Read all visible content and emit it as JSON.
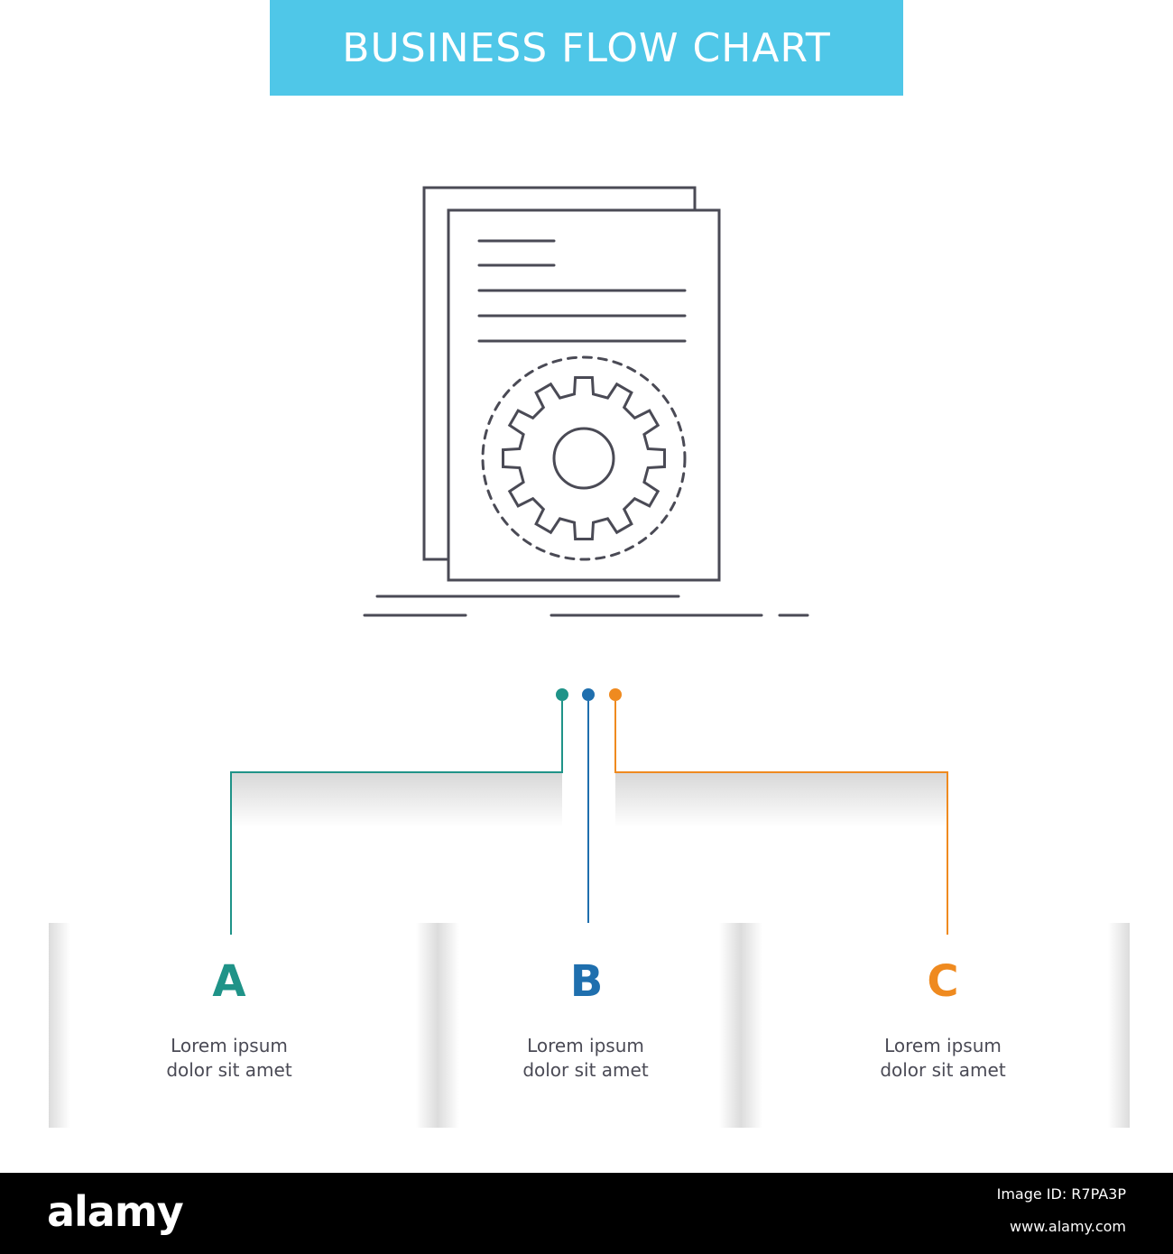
{
  "header": {
    "title": "BUSINESS FLOW CHART",
    "background_color": "#4fc7e8"
  },
  "icon": {
    "name": "settings-document-icon",
    "stroke_color": "#4a4a55"
  },
  "connector_colors": {
    "a": "#1f9388",
    "b": "#1f6fae",
    "c": "#ef8a1f"
  },
  "cards": [
    {
      "letter": "A",
      "text_line1": "Lorem ipsum",
      "text_line2": "dolor sit amet",
      "color": "#1f9388"
    },
    {
      "letter": "B",
      "text_line1": "Lorem ipsum",
      "text_line2": "dolor sit amet",
      "color": "#1f6fae"
    },
    {
      "letter": "C",
      "text_line1": "Lorem ipsum",
      "text_line2": "dolor sit amet",
      "color": "#ef8a1f"
    }
  ],
  "footer": {
    "brand": "alamy",
    "image_id": "Image ID: R7PA3P",
    "url": "www.alamy.com",
    "background_color": "#000000"
  }
}
